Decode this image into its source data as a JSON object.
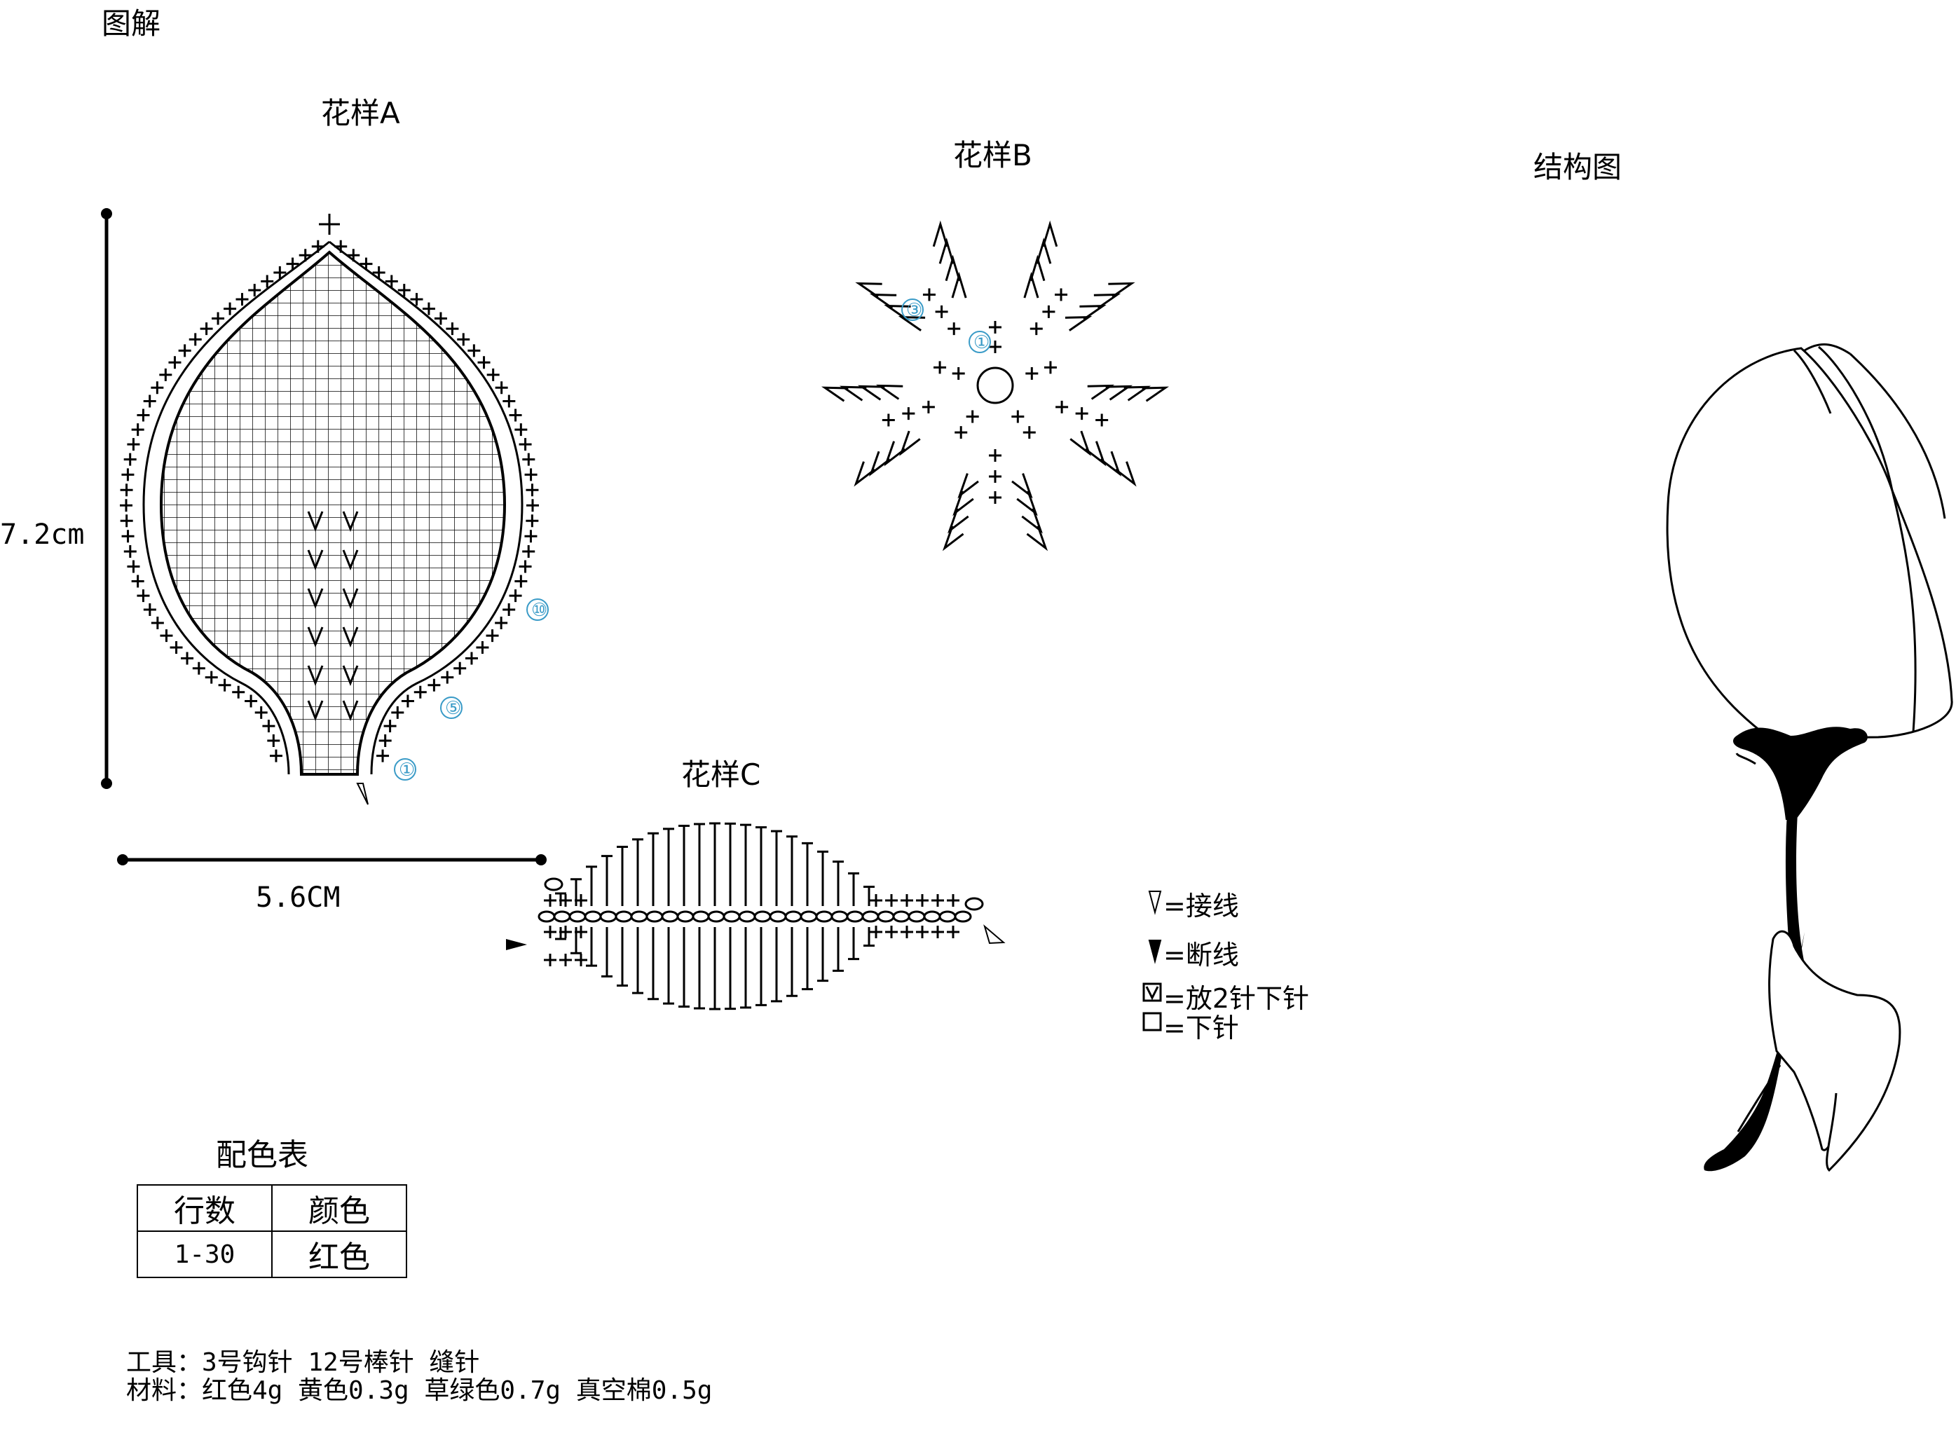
{
  "header": {
    "title": "图解"
  },
  "pattern_a": {
    "title": "花样A",
    "height_label": "7.2cm",
    "width_label": "5.6CM",
    "round_markers": [
      "①",
      "⑤",
      "⑩"
    ]
  },
  "pattern_b": {
    "title": "花样B",
    "round_markers": [
      "①",
      "③"
    ]
  },
  "pattern_c": {
    "title": "花样C"
  },
  "structure": {
    "title": "结构图"
  },
  "legend": {
    "items": [
      {
        "icon": "join-yarn-triangle-icon",
        "label": "=接线"
      },
      {
        "icon": "cut-yarn-triangle-icon",
        "label": "=断线"
      },
      {
        "icon": "increase-knit-box-icon",
        "label": "=放2针下针"
      },
      {
        "icon": "knit-box-icon",
        "label": "=下针"
      }
    ]
  },
  "color_table": {
    "title": "配色表",
    "headers": [
      "行数",
      "颜色"
    ],
    "rows": [
      [
        "1-30",
        "红色"
      ]
    ]
  },
  "notes": {
    "tools": "工具：3号钩针 12号棒针 缝针",
    "materials": "材料：红色4g 黄色0.3g  草绿色0.7g 真空棉0.5g"
  }
}
